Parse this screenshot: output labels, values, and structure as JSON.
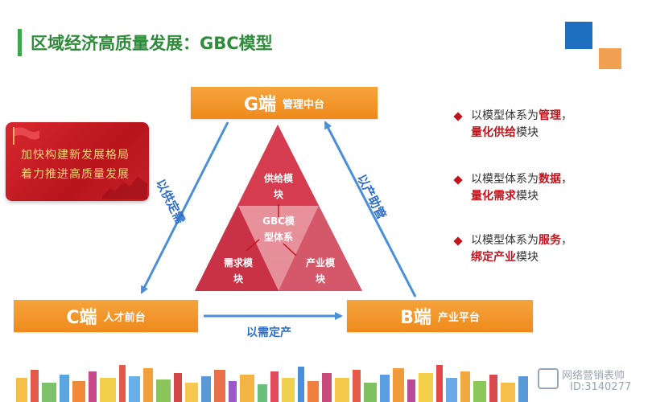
{
  "title": "区域经济高质量发展：GBC模型",
  "banner": {
    "line1": "加快构建新发展格局",
    "line2": "着力推进高质量发展"
  },
  "nodes": {
    "g": {
      "letter": "G端",
      "name": "管理中台"
    },
    "c": {
      "letter": "C端",
      "name": "人才前台"
    },
    "b": {
      "letter": "B端",
      "name": "产业平台"
    }
  },
  "arrows": {
    "left": "以供定需",
    "right": "以产助管",
    "bottom": "以需定产"
  },
  "triangle": {
    "top_line1": "供给模",
    "top_line2": "块",
    "center_line1": "GBC模",
    "center_line2": "型体系",
    "left_line1": "需求模",
    "left_line2": "块",
    "right_line1": "产业模",
    "right_line2": "块"
  },
  "bullets": [
    {
      "pre": "以模型体系为",
      "key": "管理",
      "tail": "，",
      "key2": "量化供给",
      "post": "模块"
    },
    {
      "pre": "以模型体系为",
      "key": "数据",
      "tail": "，",
      "key2": "量化需求",
      "post": "模块"
    },
    {
      "pre": "以模型体系为",
      "key": "服务",
      "tail": "，",
      "key2": "绑定产业",
      "post": "模块"
    }
  ],
  "watermark": {
    "line1": "网络营销表帅",
    "line2": "ID:3140277"
  },
  "colors": {
    "title": "#2e8b3a",
    "node": "#ef8a1c",
    "arrow": "#4a8fd8",
    "arrow_text": "#2f6ec8",
    "highlight": "#c0141c",
    "triangle": "#cf3a4a"
  }
}
